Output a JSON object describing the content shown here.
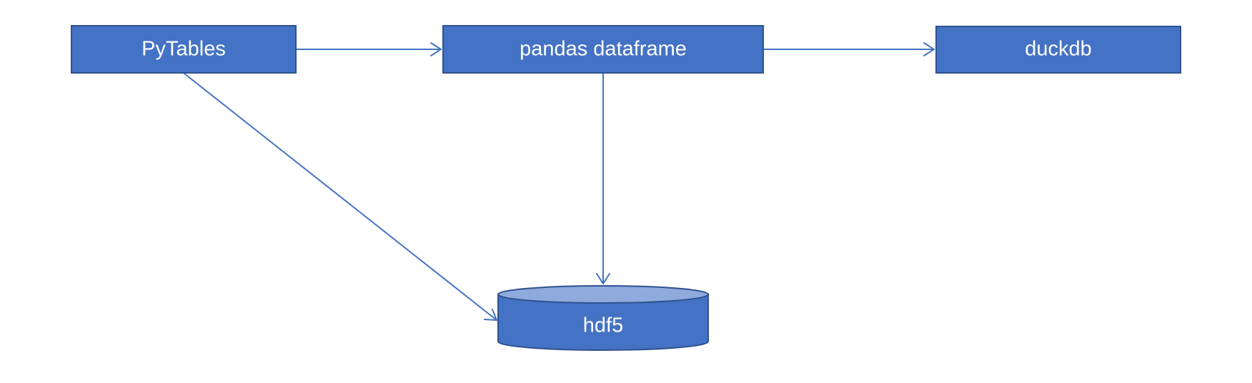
{
  "diagram": {
    "colors": {
      "node_fill": "#4472C4",
      "node_stroke": "#2F528F",
      "cylinder_top": "#8FAADC",
      "arrow": "#4472C4",
      "label": "#FFFFFF"
    },
    "nodes": {
      "pytables": {
        "label": "PyTables"
      },
      "pandas": {
        "label": "pandas dataframe"
      },
      "duckdb": {
        "label": "duckdb"
      },
      "hdf5": {
        "label": "hdf5",
        "shape": "cylinder"
      }
    },
    "edges": [
      {
        "from": "pytables",
        "to": "pandas"
      },
      {
        "from": "pandas",
        "to": "duckdb"
      },
      {
        "from": "pandas",
        "to": "hdf5"
      },
      {
        "from": "pytables",
        "to": "hdf5"
      }
    ]
  }
}
